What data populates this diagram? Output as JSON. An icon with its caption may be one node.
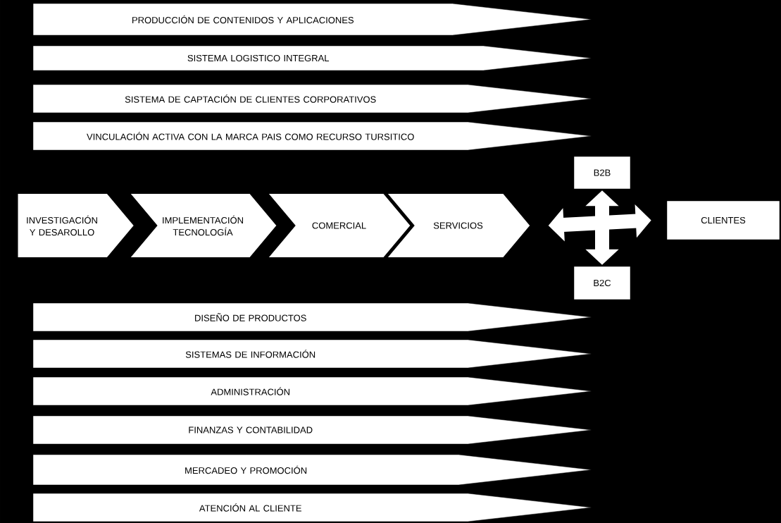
{
  "diagram": {
    "nodes": [
      {
        "text": [
          "PRODUCCIÓN DE CONTENIDOS Y APLICACIONES"
        ]
      },
      {
        "text": [
          "SISTEMA LOGISTICO INTEGRAL"
        ]
      },
      {
        "text": [
          "SISTEMA DE CAPTACIÓN DE CLIENTES CORPORATIVOS"
        ]
      },
      {
        "text": [
          "VINCULACIÓN ACTIVA CON LA MARCA PAIS COMO RECURSO TURSITICO"
        ]
      },
      {
        "text": [
          "INVESTIGACIÓN Y DESAROLLO"
        ]
      },
      {
        "text": [
          "IMPLEMENTACIÓN TECNOLOGÍA"
        ]
      },
      {
        "text": [
          "COMERCIAL"
        ]
      },
      {
        "text": [
          "SERVICIOS"
        ]
      },
      {
        "text": [
          "B2B"
        ]
      },
      {
        "text": [
          "B2C"
        ]
      },
      {
        "text": [
          "CLIENTES"
        ]
      },
      {
        "text": [
          "DISEÑO DE PRODUCTOS"
        ]
      },
      {
        "text": [
          "SISTEMAS DE INFORMACIÓN"
        ]
      },
      {
        "text": [
          "ADMINISTRACIÓN"
        ]
      },
      {
        "text": [
          "FINANZAS Y CONTABILIDAD"
        ]
      },
      {
        "text": [
          "MERCADEO Y PROMOCIÓN"
        ]
      },
      {
        "text": [
          "ATENCIÓN AL CLIENTE"
        ]
      }
    ],
    "edges": [
      {
        "from": 8,
        "to": 9,
        "arrow": "both"
      },
      {
        "from": 7,
        "to": 10,
        "arrow": "both"
      }
    ]
  }
}
